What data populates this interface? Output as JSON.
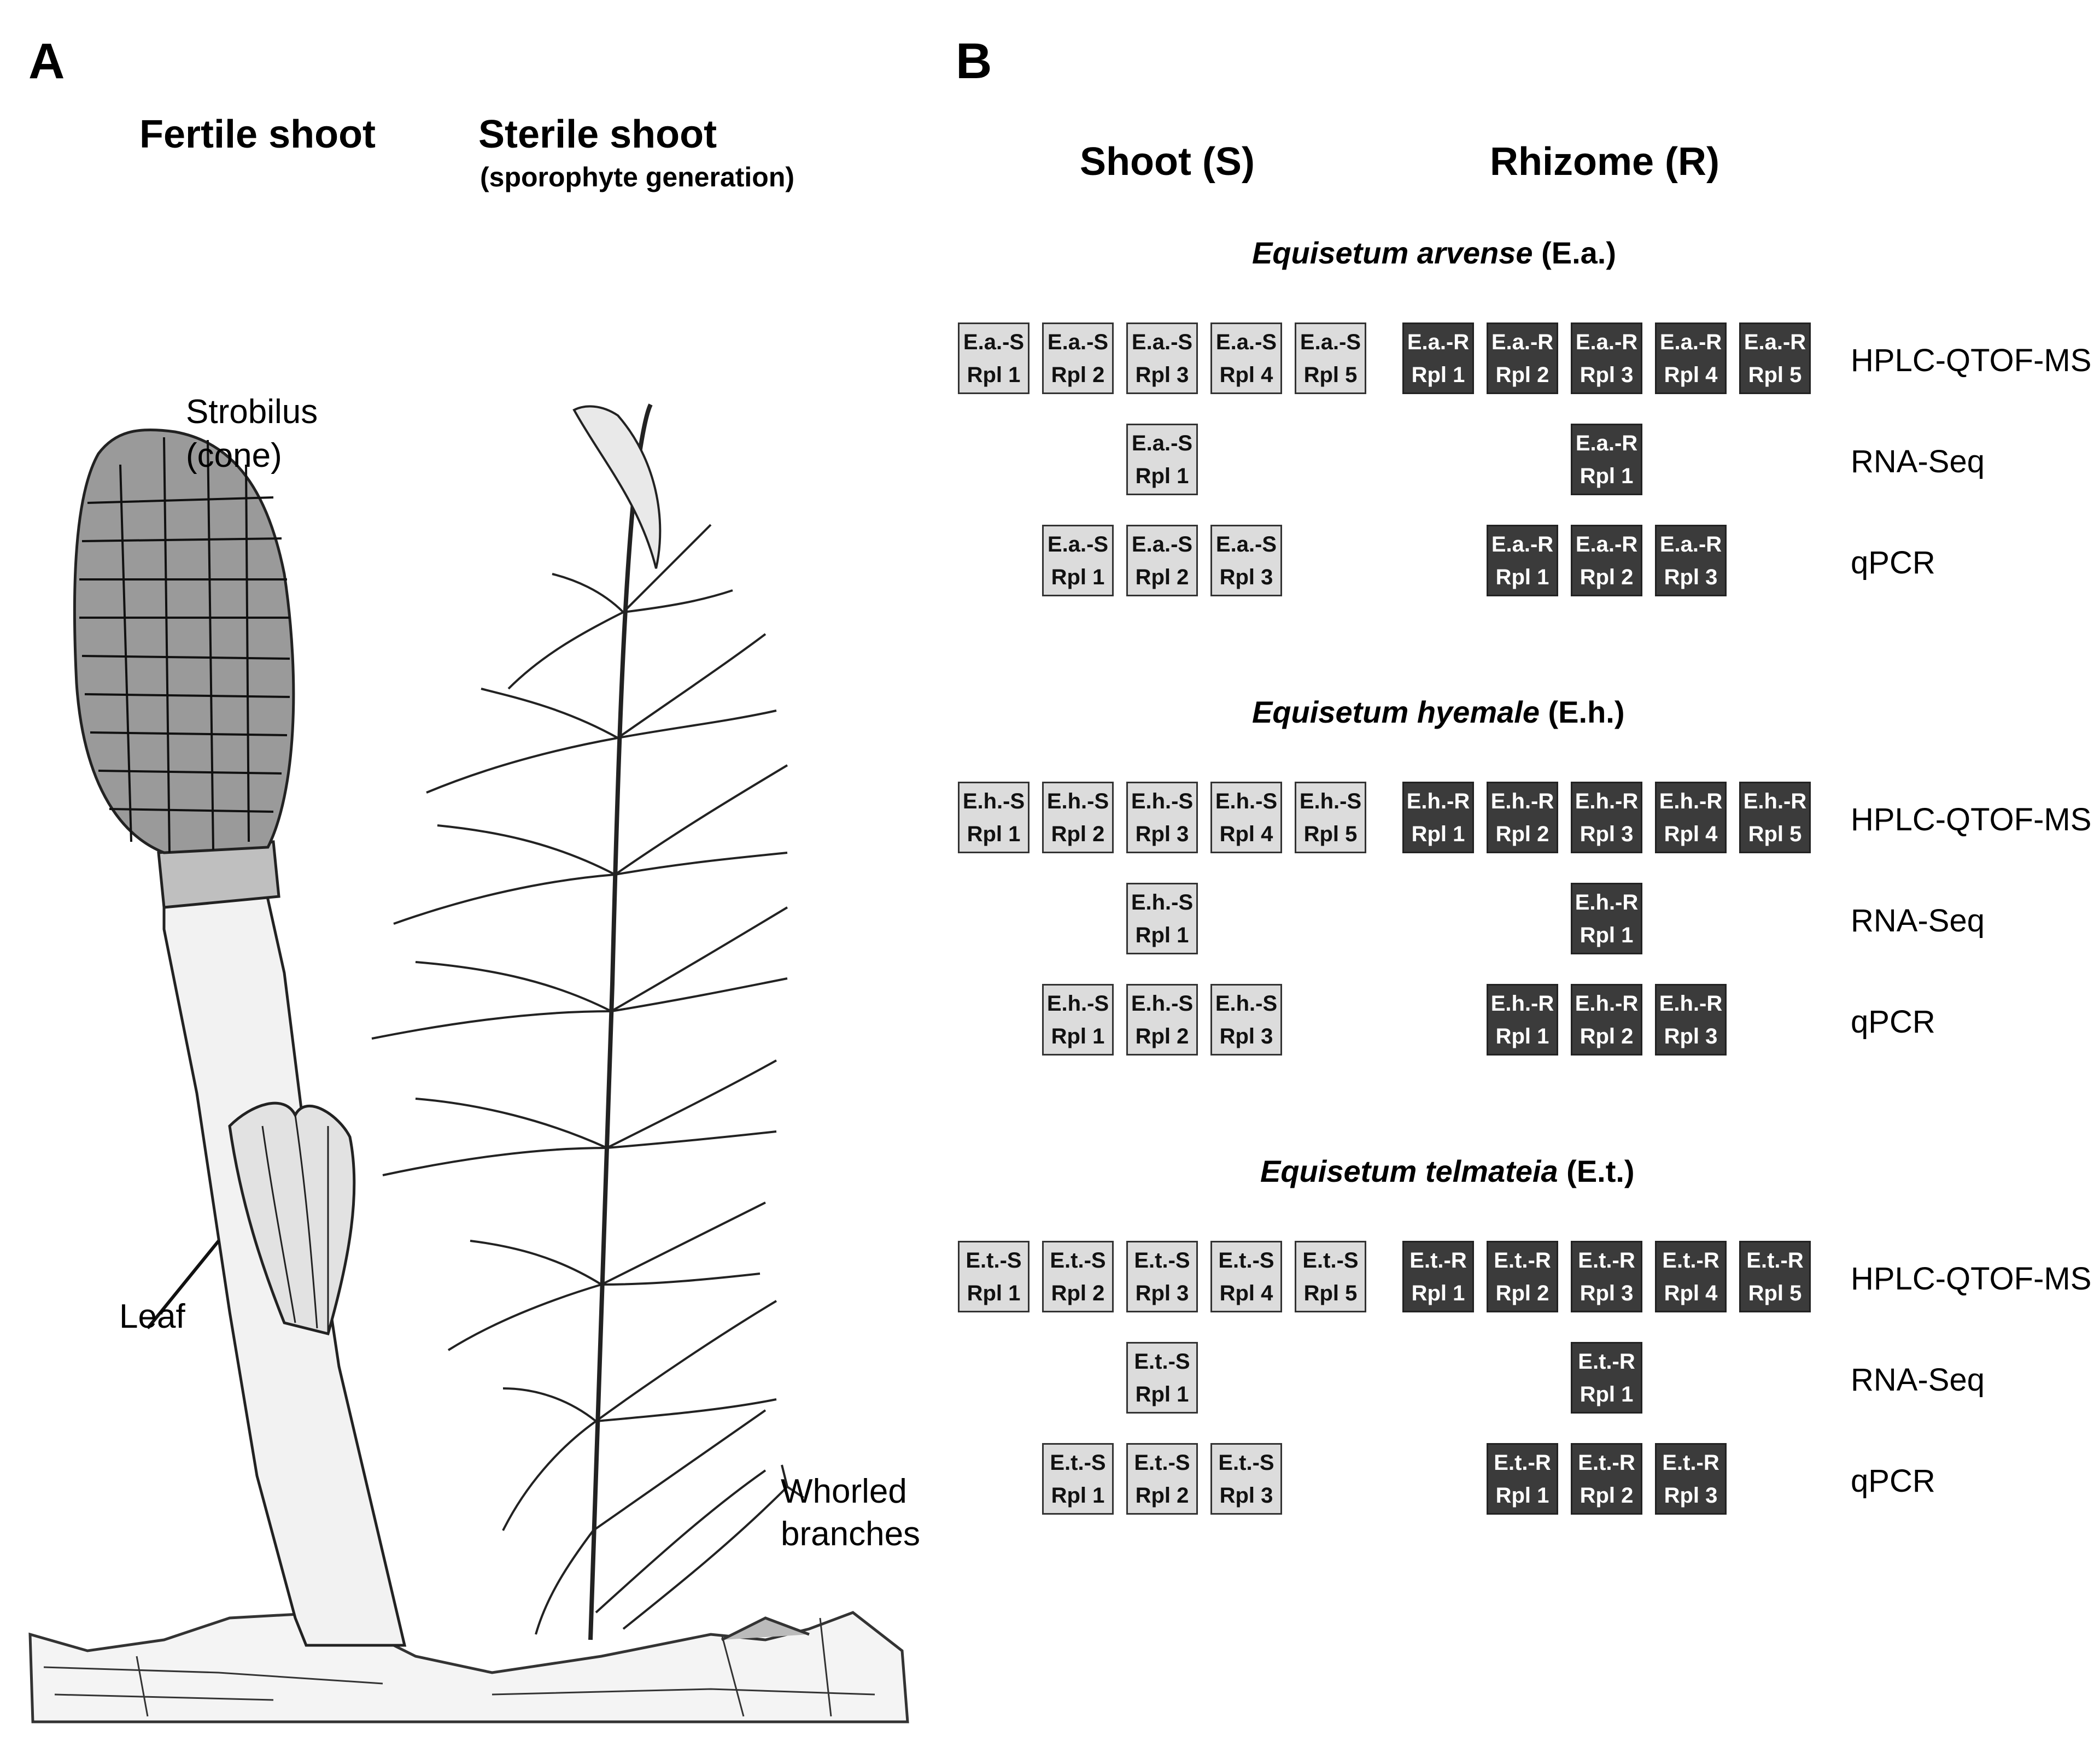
{
  "panel_a": {
    "letter": "A",
    "fertile_title": "Fertile shoot",
    "sterile_title": "Sterile shoot",
    "sterile_subtitle": "(sporophyte generation)",
    "label_strobilus_1": "Strobilus",
    "label_strobilus_2": "(cone)",
    "label_leaf": "Leaf",
    "label_whorled_1": "Whorled",
    "label_whorled_2": "branches"
  },
  "panel_b": {
    "letter": "B",
    "col_shoot": "Shoot (S)",
    "col_rhizome": "Rhizome (R)",
    "methods": [
      "HPLC-QTOF-MS",
      "RNA-Seq",
      "qPCR"
    ],
    "species": [
      {
        "name": "Equisetum arvense",
        "abbr": "(E.a.)",
        "shoot_code": "E.a.-S",
        "rhizome_code": "E.a.-R",
        "hplc": [
          "Rpl 1",
          "Rpl 2",
          "Rpl 3",
          "Rpl 4",
          "Rpl 5"
        ],
        "rnaseq": [
          "Rpl 1"
        ],
        "qpcr": [
          "Rpl 1",
          "Rpl 2",
          "Rpl 3"
        ]
      },
      {
        "name": "Equisetum hyemale",
        "abbr": "(E.h.)",
        "shoot_code": "E.h.-S",
        "rhizome_code": "E.h.-R",
        "hplc": [
          "Rpl 1",
          "Rpl 2",
          "Rpl 3",
          "Rpl 4",
          "Rpl 5"
        ],
        "rnaseq": [
          "Rpl 1"
        ],
        "qpcr": [
          "Rpl 1",
          "Rpl 2",
          "Rpl 3"
        ]
      },
      {
        "name": "Equisetum telmateia",
        "abbr": "(E.t.)",
        "shoot_code": "E.t.-S",
        "rhizome_code": "E.t.-R",
        "hplc": [
          "Rpl 1",
          "Rpl 2",
          "Rpl 3",
          "Rpl 4",
          "Rpl 5"
        ],
        "rnaseq": [
          "Rpl 1"
        ],
        "qpcr": [
          "Rpl 1",
          "Rpl 2",
          "Rpl 3"
        ]
      }
    ]
  },
  "colors": {
    "shoot_box": "#dcdcdc",
    "rhizome_box": "#3b3b3b"
  }
}
